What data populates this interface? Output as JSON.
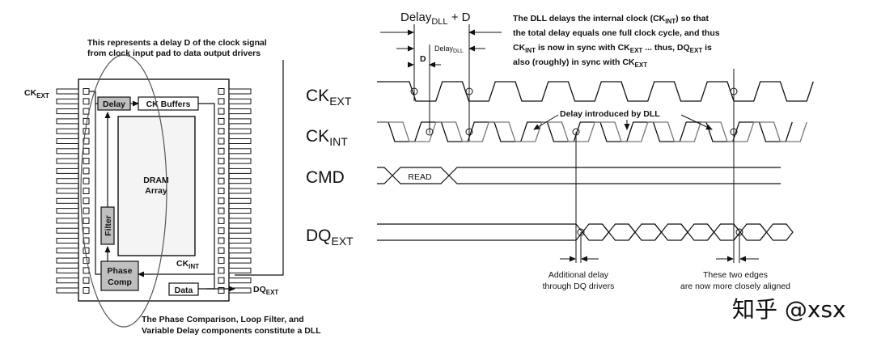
{
  "colors": {
    "ink": "#111111",
    "block_fill": "#bfbfbf",
    "array_fill": "#f4f4f4",
    "shifted_wave": "#777777",
    "watermark": "#cfcfcf"
  },
  "chip": {
    "top_note_line1": "This represents a delay D of the clock signal",
    "top_note_line2": "from clock input pad to data output drivers",
    "ck_ext_label": "CK",
    "ck_ext_sub": "EXT",
    "delay_block": "Delay",
    "ck_buffers_block": "CK Buffers",
    "dram_array_line1": "DRAM",
    "dram_array_line2": "Array",
    "filter_block": "Filter",
    "phase_comp_line1": "Phase",
    "phase_comp_line2": "Comp",
    "ck_int_label": "CK",
    "ck_int_sub": "INT",
    "data_block": "Data",
    "dq_ext_label": "DQ",
    "dq_ext_sub": "EXT",
    "bottom_note_line1": "The Phase Comparison, Loop Filter, and",
    "bottom_note_line2": "Variable Delay components constitute a DLL"
  },
  "timing": {
    "delay_label": "Delay",
    "delay_label_sub": "DLL",
    "delay_label_suffix": " + D",
    "d_label": "D",
    "delay_dll_small": "Delay",
    "delay_dll_small_sub": "DLL",
    "desc_line1_a": "The DLL delays the internal clock (CK",
    "desc_line1_sub": "INT",
    "desc_line1_b": ") so that",
    "desc_line2": "the total delay equals one full clock cycle, and thus",
    "desc_line3_a": "CK",
    "desc_line3_sub1": "INT",
    "desc_line3_b": " is now in sync with CK",
    "desc_line3_sub2": "EXT",
    "desc_line3_c": " ... thus, DQ",
    "desc_line3_sub3": "EXT",
    "desc_line3_d": " is",
    "desc_line4_a": "also (roughly) in sync with CK",
    "desc_line4_sub": "EXT",
    "sig_ck_ext": "CK",
    "sig_ck_ext_sub": "EXT",
    "sig_ck_int": "CK",
    "sig_ck_int_sub": "INT",
    "sig_cmd": "CMD",
    "sig_dq_ext": "DQ",
    "sig_dq_ext_sub": "EXT",
    "delay_introduced": "Delay introduced by DLL",
    "read_label": "READ",
    "additional_line1": "Additional delay",
    "additional_line2": "through DQ drivers",
    "aligned_line1": "These two edges",
    "aligned_line2": "are now more closely aligned"
  },
  "watermark": "知乎 @xsx"
}
